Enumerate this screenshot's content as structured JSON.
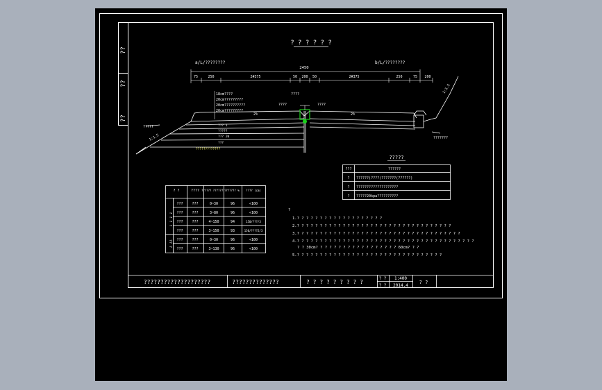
{
  "drawing": {
    "title": "? ? ? ? ? ?",
    "left_lane_label": "a/L/????????",
    "right_lane_label": "b/L/????????",
    "total_width": "2450",
    "dims_left": [
      "75",
      "250",
      "2#375",
      "50"
    ],
    "dims_center": [
      "200",
      "50"
    ],
    "dims_right": [
      "2#375",
      "250",
      "75",
      "200"
    ],
    "slope_right": "1:1.5",
    "slope_left": "1:1.5",
    "left_edge_label": "?????",
    "center_label_1": "????",
    "center_label_2": "????",
    "center_label_3": "????",
    "layers": [
      "18cm????",
      "20cm?????????",
      "20cm??????????",
      "20cm?????????"
    ],
    "layer_under": [
      "??? 1",
      "?????",
      "??? 20",
      "???"
    ],
    "slope_text_left": "2%",
    "slope_text_right": "2%",
    "ditch_label": "???????",
    "yellow_note": "?????????????",
    "side_vertical_labels": [
      "??",
      "??",
      "??"
    ]
  },
  "legend_table": {
    "title": "?????",
    "header": [
      "???",
      "??????"
    ],
    "rows": [
      [
        "?",
        "??????(????)???????(??????)"
      ],
      [
        "?",
        "????????????????????"
      ],
      [
        "?",
        "?????20kpa??????????"
      ]
    ]
  },
  "compaction_table": {
    "headers": [
      "? ?",
      "????",
      "??????\n????????",
      "??????\n%",
      "????\n(cm)"
    ],
    "group_labels": [
      "? ? ? ?",
      "?? ?"
    ],
    "rows": [
      [
        "???",
        "???",
        "0~30",
        "96",
        "<100"
      ],
      [
        "???",
        "???",
        "3~80",
        "96",
        "<100"
      ],
      [
        "???",
        "???",
        "4~150",
        "94",
        "150/???/3"
      ],
      [
        "???",
        "???",
        "3~150",
        "93",
        "150/????2/3"
      ],
      [
        "???",
        "???",
        "0~30",
        "96",
        "<100"
      ],
      [
        "???",
        "???",
        "3~130",
        "96",
        "<100"
      ]
    ]
  },
  "notes": {
    "heading": "?",
    "lines": [
      "1.? ? ? ? ? ? ? ? ? ? ? ? ? ? ? ? ? ? ?",
      "2.? ? ? ? ? ? ? ? ? ? ? ? ? ? ? ? ? ? ? ? ? ? ? ? ? ? ? ? ? ? ? ? ? ?",
      "3.? ? ? ? ? ? ? ? ? ? ? ? ? ? ? ? ? ? ? ? ? ? ? ? ? ? ? ? ? ? ? ? ? ? ? ?",
      "4.? ? ? ? ? ? ? ? ? ? ? ? ? ? ? ? ? ? ? ? ? ? ? ? ? ? ? ? ? ? ? ? ? ? ? ? ? ? ?",
      "? ? 30cm? ? ? ? ? ? ? ? ? ? ? ? ? ? ? ? ? ? 60cm? ? ?",
      "5.? ? ? ? ? ? ? ? ? ? ? ? ? ? ? ? ? ? ? ? ? ? ? ? ? ? ? ? ? ? ? ?"
    ]
  },
  "title_block": {
    "project": "????????????????????",
    "drawing_name": "??????????????",
    "sheet_title": "? ? ? ? ? ? ? ? ?",
    "scale_label": "? ?",
    "scale_value": "1:400",
    "date_label": "? ?",
    "date_value": "2014.4",
    "sheet_no": "? ?"
  },
  "colors": {
    "background": "#a9b0bb",
    "viewport": "#000000",
    "lines": "#ffffff",
    "accent": "#19d219",
    "yellow": "#ffff66"
  }
}
